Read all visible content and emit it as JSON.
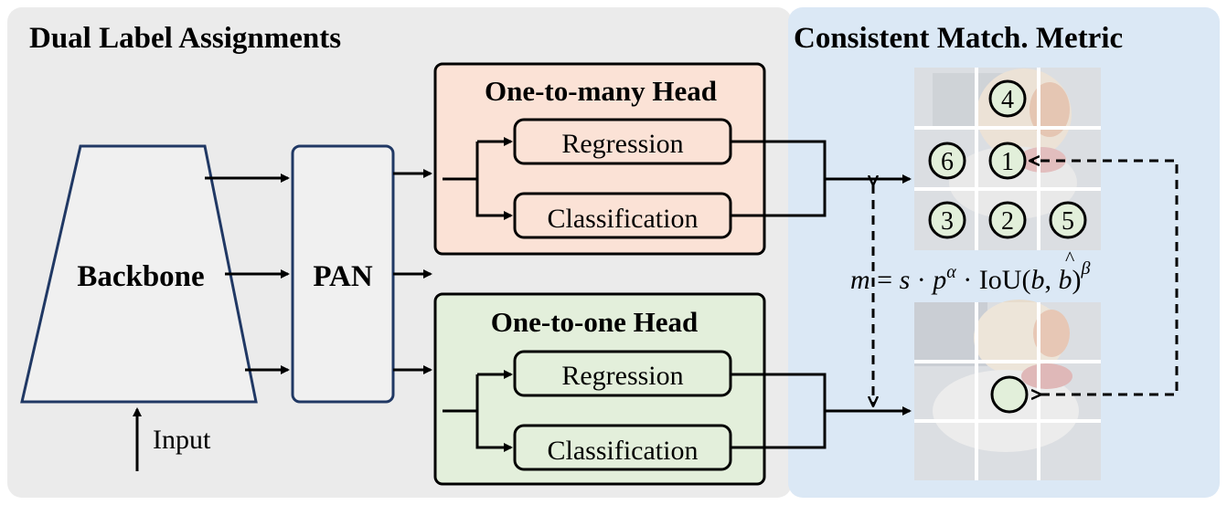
{
  "panels": {
    "left_title": "Dual Label Assignments",
    "right_title": "Consistent Match. Metric"
  },
  "blocks": {
    "backbone": "Backbone",
    "pan": "PAN",
    "input": "Input"
  },
  "heads": {
    "one_to_many": {
      "title": "One-to-many Head",
      "regression": "Regression",
      "classification": "Classification"
    },
    "one_to_one": {
      "title": "One-to-one Head",
      "regression": "Regression",
      "classification": "Classification"
    }
  },
  "grid_top_labels": {
    "c4": "4",
    "c6": "6",
    "c1": "1",
    "c3": "3",
    "c2": "2",
    "c5": "5"
  },
  "formula": {
    "m": "m",
    "eq": "=",
    "s": "s",
    "dot1": "·",
    "p": "p",
    "alpha": "α",
    "dot2": "·",
    "iou": "IoU",
    "lp": "(",
    "bhat": "b",
    "hat": "^",
    "comma": ",",
    "b": "b",
    "rp": ")",
    "beta": "β"
  },
  "colors": {
    "left_panel": "#ebebeb",
    "right_panel": "#dbe8f5",
    "one_to_many_fill": "#fbe2d6",
    "one_to_one_fill": "#e3efdb",
    "block_fill": "#f0f0f0",
    "edge": "#203864"
  }
}
